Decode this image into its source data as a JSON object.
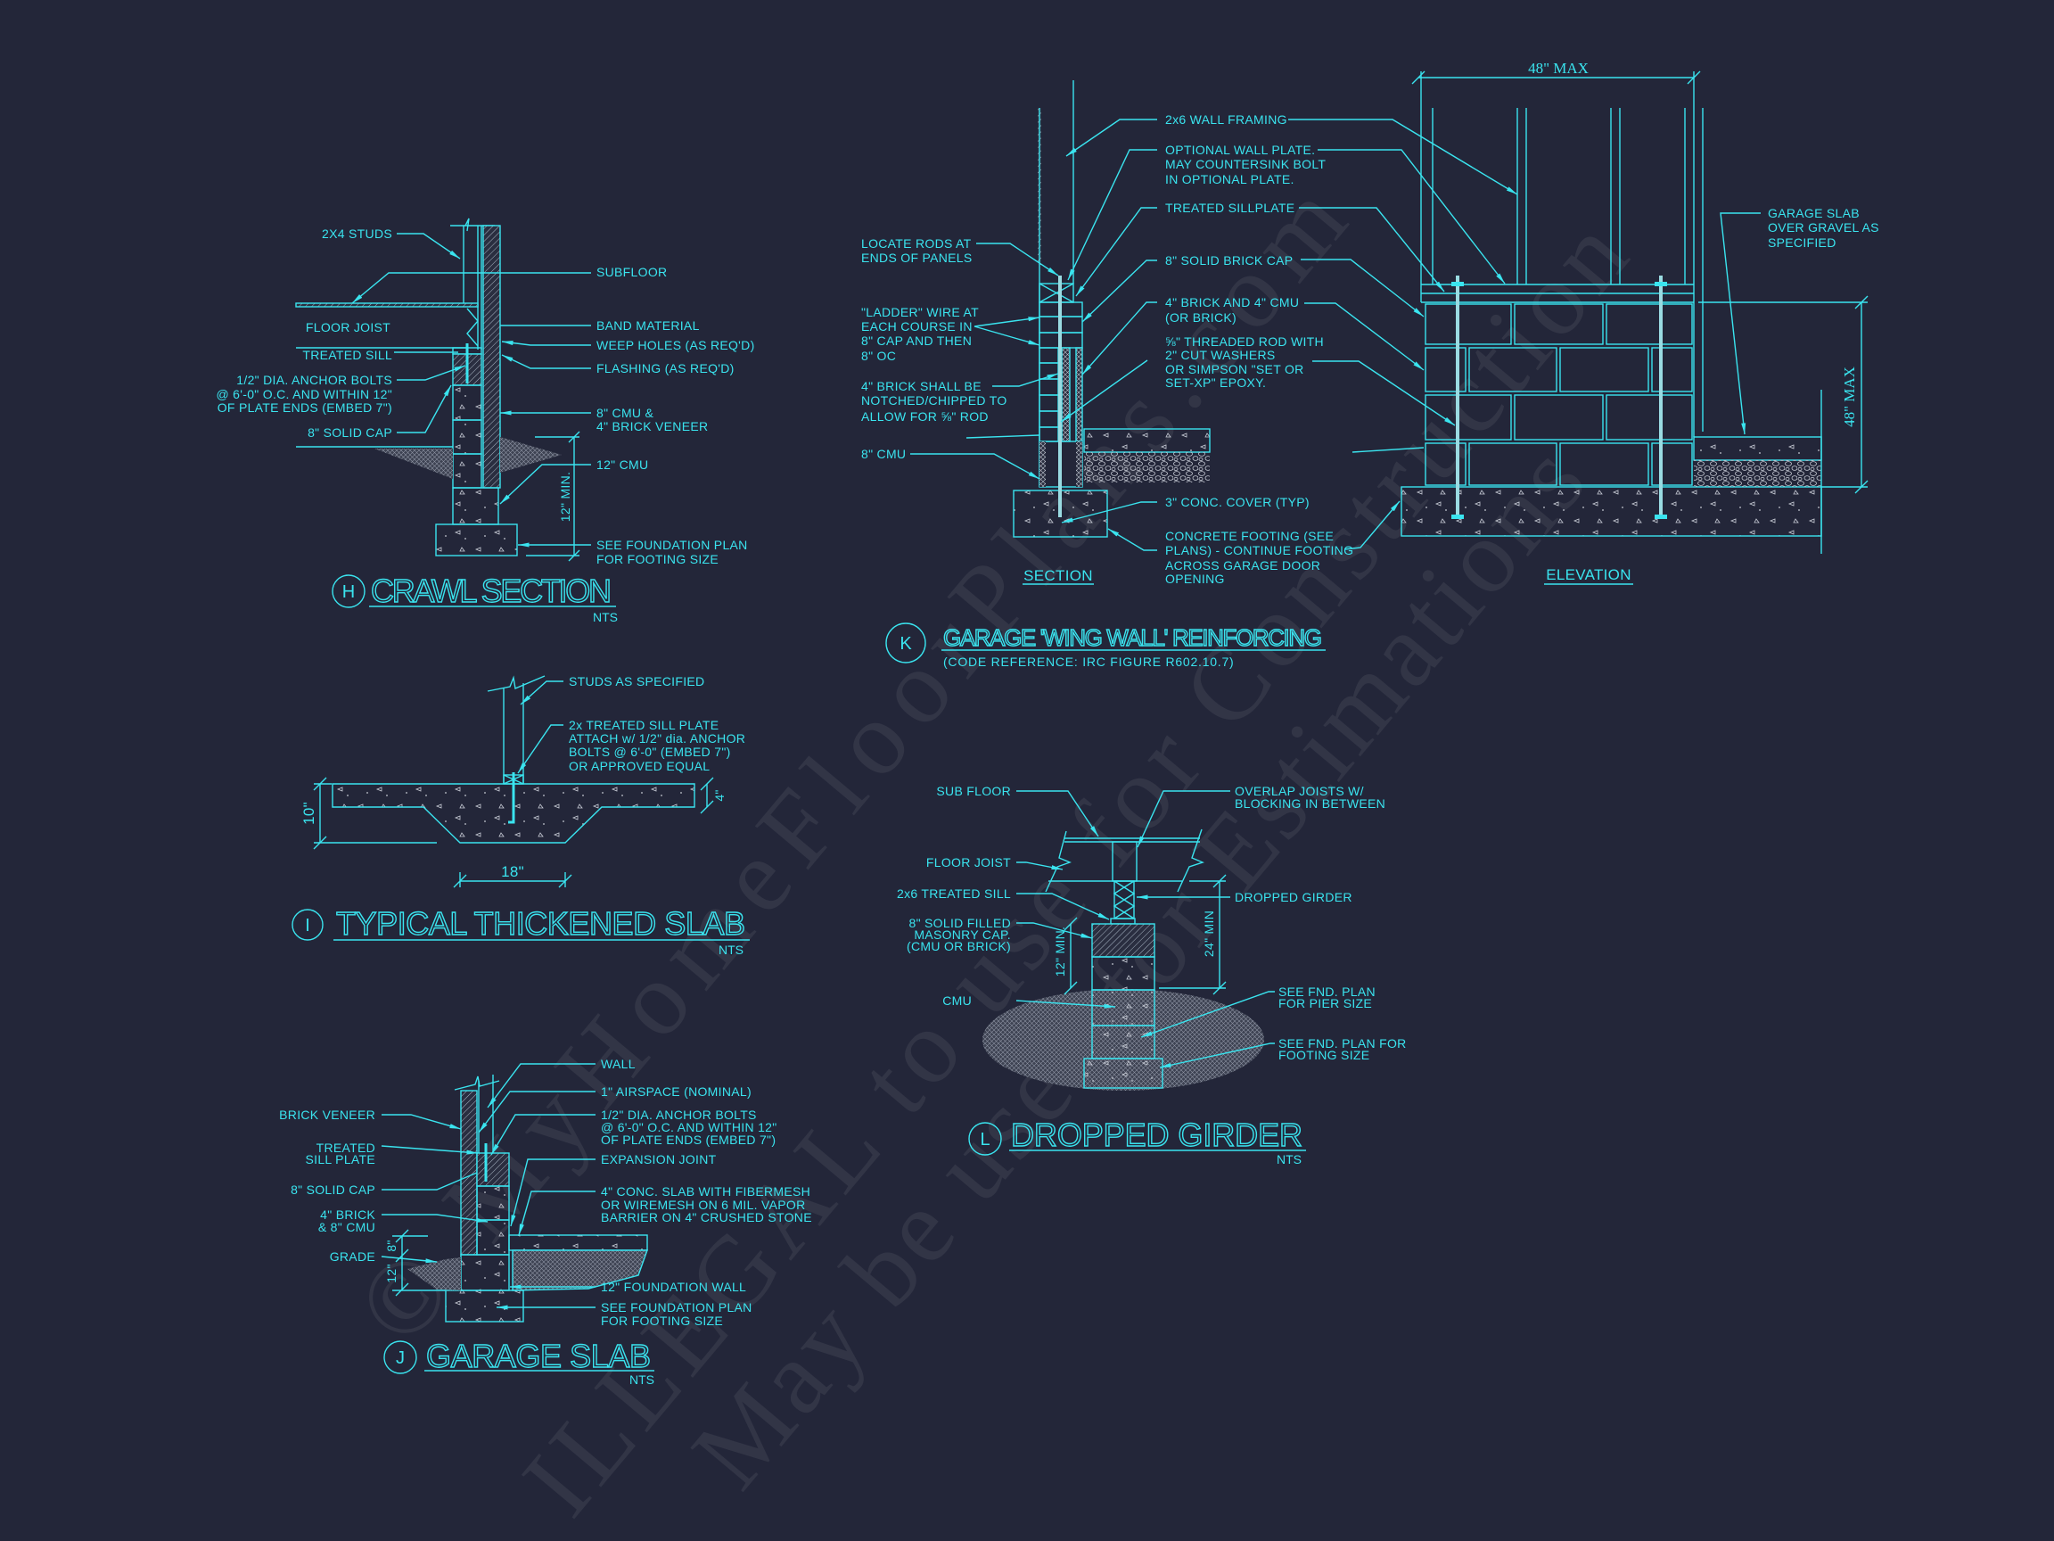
{
  "colors": {
    "background": "#232639",
    "linework": "#3ae4ef"
  },
  "watermark": [
    "© MyHomeFloorPlans.com",
    "ILLEGAL to use for Construction",
    "May be used for Estimations"
  ],
  "crawl_section": {
    "tag": "H",
    "title": "CRAWL SECTION",
    "scale": "NTS",
    "dim_min": "12\" MIN.",
    "labels": {
      "studs": "2X4 STUDS",
      "floor_joist": "FLOOR JOIST",
      "treated_sill": "TREATED SILL",
      "anchor_bolts": [
        "1/2\" DIA. ANCHOR BOLTS",
        "@ 6'-0\" O.C. AND WITHIN 12\"",
        "OF PLATE ENDS (EMBED 7\")"
      ],
      "solid_cap": "8\" SOLID CAP",
      "subfloor": "SUBFLOOR",
      "band": "BAND MATERIAL",
      "weep": "WEEP HOLES (AS REQ'D)",
      "flashing": "FLASHING (AS REQ'D)",
      "cmu_brick": [
        "8\" CMU &",
        "4\" BRICK VENEER"
      ],
      "cmu_12": "12\" CMU",
      "footing": [
        "SEE FOUNDATION PLAN",
        "FOR FOOTING SIZE"
      ]
    }
  },
  "wing_wall": {
    "tag": "K",
    "title": "GARAGE 'WING WALL' REINFORCING",
    "subtitle": "(CODE REFERENCE: IRC FIGURE R602.10.7)",
    "section_label": "SECTION",
    "elevation_label": "ELEVATION",
    "dim_width": "48\" MAX",
    "dim_height": "48\" MAX",
    "labels": {
      "locate_rods": [
        "LOCATE RODS AT",
        "ENDS OF PANELS"
      ],
      "ladder_wire": [
        "\"LADDER\" WIRE AT",
        "EACH COURSE IN",
        "8\" CAP AND THEN",
        "8\" OC"
      ],
      "notched": [
        "4\" BRICK SHALL BE",
        "NOTCHED/CHIPPED TO",
        "ALLOW FOR ⅝\" ROD"
      ],
      "cmu_8": "8\" CMU",
      "wall_framing": "2x6 WALL FRAMING",
      "optional_plate": [
        "OPTIONAL WALL PLATE.",
        "MAY COUNTERSINK BOLT",
        "IN OPTIONAL PLATE."
      ],
      "sillplate": "TREATED SILLPLATE",
      "brick_cap": "8\" SOLID BRICK CAP",
      "brick_cmu": [
        "4\" BRICK AND 4\" CMU",
        "(OR BRICK)"
      ],
      "threaded_rod": [
        "⅝\" THREADED ROD WITH",
        "2\" CUT WASHERS",
        "OR SIMPSON \"SET OR",
        "SET-XP\" EPOXY."
      ],
      "conc_cover": "3\" CONC. COVER (TYP)",
      "footing": [
        "CONCRETE FOOTING (SEE",
        "PLANS) - CONTINUE FOOTING",
        "ACROSS GARAGE DOOR",
        "OPENING"
      ],
      "garage_slab": [
        "GARAGE SLAB",
        "OVER GRAVEL AS",
        "SPECIFIED"
      ]
    }
  },
  "thickened_slab": {
    "tag": "I",
    "title": "TYPICAL THICKENED SLAB",
    "scale": "NTS",
    "dim_thickness": "10\"",
    "dim_slab": "4\"",
    "dim_width": "18\"",
    "labels": {
      "studs": "STUDS AS SPECIFIED",
      "sill_plate": [
        "2x  TREATED SILL PLATE",
        "ATTACH w/ 1/2\" dia. ANCHOR",
        "BOLTS @ 6'-0\" (EMBED 7\")",
        "OR APPROVED EQUAL"
      ]
    }
  },
  "garage_slab": {
    "tag": "J",
    "title": "GARAGE SLAB",
    "scale": "NTS",
    "dim_8": "8\"",
    "dim_12": "12\"",
    "labels": {
      "brick_veneer": "BRICK VENEER",
      "treated_sill": [
        "TREATED",
        "SILL PLATE"
      ],
      "solid_cap": "8\" SOLID CAP",
      "brick_cmu": [
        "4\" BRICK",
        "& 8\" CMU"
      ],
      "grade": "GRADE",
      "wall": "WALL",
      "airspace": "1\" AIRSPACE (NOMINAL)",
      "anchor_bolts": [
        "1/2\" DIA. ANCHOR BOLTS",
        "@ 6'-0\" O.C. AND WITHIN 12\"",
        "OF PLATE ENDS (EMBED 7\")"
      ],
      "expansion_joint": "EXPANSION JOINT",
      "conc_slab": [
        "4\" CONC. SLAB WITH FIBERMESH",
        "OR WIREMESH ON 6 MIL. VAPOR",
        "BARRIER ON 4\" CRUSHED STONE"
      ],
      "foundation_wall": "12\" FOUNDATION WALL",
      "footing": [
        "SEE FOUNDATION PLAN",
        "FOR FOOTING SIZE"
      ]
    }
  },
  "dropped_girder": {
    "tag": "L",
    "title": "DROPPED GIRDER",
    "scale": "NTS",
    "dim_24": "24\" MIN",
    "dim_12": "12\" MIN.",
    "labels": {
      "sub_floor": "SUB FLOOR",
      "floor_joist": "FLOOR JOIST",
      "treated_sill": "2x6 TREATED SILL",
      "masonry_cap": [
        "8\" SOLID FILLED",
        "MASONRY CAP.",
        "(CMU OR BRICK)"
      ],
      "cmu": "CMU",
      "overlap": [
        "OVERLAP JOISTS W/",
        "BLOCKING IN BETWEEN"
      ],
      "dropped_girder": "DROPPED GIRDER",
      "pier": [
        "SEE FND. PLAN",
        "FOR PIER SIZE"
      ],
      "footing": [
        "SEE FND. PLAN FOR",
        "FOOTING SIZE"
      ]
    }
  }
}
